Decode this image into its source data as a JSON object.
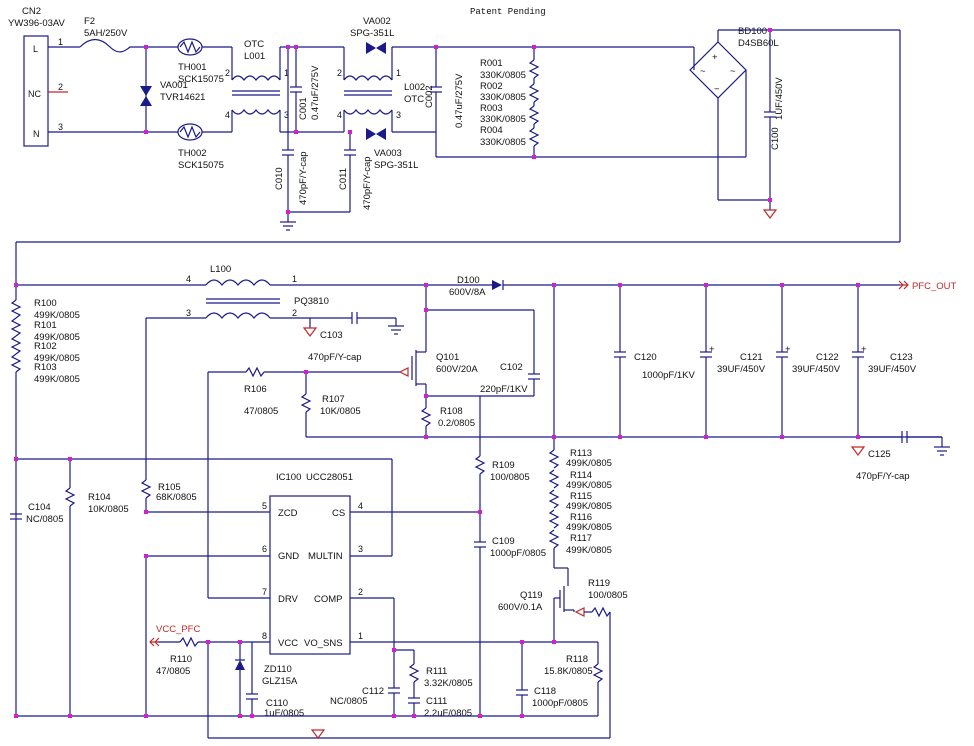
{
  "header": {
    "patent": "Patent Pending"
  },
  "connector": {
    "ref": "CN2",
    "part": "YW396-03AV",
    "pins": [
      "L",
      "NC",
      "N"
    ],
    "pin_nums": [
      "1",
      "2",
      "3"
    ]
  },
  "fuse": {
    "ref": "F2",
    "value": "5AH/250V"
  },
  "thermistors": [
    {
      "ref": "TH001",
      "value": "SCK15075"
    },
    {
      "ref": "TH002",
      "value": "SCK15075"
    }
  ],
  "varistors": [
    {
      "ref": "VA001",
      "value": "TVR14621"
    },
    {
      "ref": "VA002",
      "value": "SPG-351L"
    },
    {
      "ref": "VA003",
      "value": "SPG-351L"
    }
  ],
  "chokes": [
    {
      "ref": "L001",
      "type": "OTC"
    },
    {
      "ref": "L002",
      "type": "OTC"
    }
  ],
  "emi_caps": [
    {
      "ref": "C001",
      "value": "0.47uF/275V"
    },
    {
      "ref": "C002",
      "value": "0.47uF/275V"
    },
    {
      "ref": "C010",
      "value": "470pF/Y-cap"
    },
    {
      "ref": "C011",
      "value": "470pF/Y-cap"
    }
  ],
  "bleeders": [
    {
      "ref": "R001",
      "value": "330K/0805"
    },
    {
      "ref": "R002",
      "value": "330K/0805"
    },
    {
      "ref": "R003",
      "value": "330K/0805"
    },
    {
      "ref": "R004",
      "value": "330K/0805"
    }
  ],
  "bridge": {
    "ref": "BD100",
    "value": "D4SB60L"
  },
  "bulk_in": {
    "ref": "C100",
    "value": "1UF/450V"
  },
  "pfc_inductor": {
    "ref": "L100",
    "part": "PQ3810",
    "pins": [
      "4",
      "1",
      "3",
      "2"
    ]
  },
  "pfc_res_chain": [
    {
      "ref": "R100",
      "value": "499K/0805"
    },
    {
      "ref": "R101",
      "value": "499K/0805"
    },
    {
      "ref": "R102",
      "value": "499K/0805"
    },
    {
      "ref": "R103",
      "value": "499K/0805"
    }
  ],
  "c103": {
    "ref": "C103",
    "value": "470pF/Y-cap"
  },
  "diode": {
    "ref": "D100",
    "value": "600V/8A"
  },
  "mosfet": {
    "ref": "Q101",
    "value": "600V/20A"
  },
  "c102": {
    "ref": "C102",
    "value": "220pF/1KV"
  },
  "r106": {
    "ref": "R106",
    "value": "47/0805"
  },
  "r107": {
    "ref": "R107",
    "value": "10K/0805"
  },
  "r108": {
    "ref": "R108",
    "value": "0.2/0805"
  },
  "out_caps": [
    {
      "ref": "C120",
      "value": "1000pF/1KV"
    },
    {
      "ref": "C121",
      "value": "39UF/450V"
    },
    {
      "ref": "C122",
      "value": "39UF/450V"
    },
    {
      "ref": "C123",
      "value": "39UF/450V"
    }
  ],
  "c125": {
    "ref": "C125",
    "value": "470pF/Y-cap"
  },
  "pfc_out": "PFC_OUT",
  "ic": {
    "ref": "IC100",
    "part": "UCC28051",
    "left_pins": [
      {
        "num": "5",
        "name": "ZCD"
      },
      {
        "num": "6",
        "name": "GND"
      },
      {
        "num": "7",
        "name": "DRV"
      },
      {
        "num": "8",
        "name": "VCC"
      }
    ],
    "right_pins": [
      {
        "num": "4",
        "name": "CS"
      },
      {
        "num": "3",
        "name": "MULTIN"
      },
      {
        "num": "2",
        "name": "COMP"
      },
      {
        "num": "1",
        "name": "VO_SNS"
      }
    ]
  },
  "r105": {
    "ref": "R105",
    "value": "68K/0805"
  },
  "r104": {
    "ref": "R104",
    "value": "10K/0805"
  },
  "c104": {
    "ref": "C104",
    "value": "NC/0805"
  },
  "r109": {
    "ref": "R109",
    "value": "100/0805"
  },
  "c109": {
    "ref": "C109",
    "value": "1000pF/0805"
  },
  "fb_chain": [
    {
      "ref": "R113",
      "value": "499K/0805"
    },
    {
      "ref": "R114",
      "value": "499K/0805"
    },
    {
      "ref": "R115",
      "value": "499K/0805"
    },
    {
      "ref": "R116",
      "value": "499K/0805"
    },
    {
      "ref": "R117",
      "value": "499K/0805"
    }
  ],
  "q119": {
    "ref": "Q119",
    "value": "600V/0.1A"
  },
  "r119": {
    "ref": "R119",
    "value": "100/0805"
  },
  "r118": {
    "ref": "R118",
    "value": "15.8K/0805"
  },
  "c118": {
    "ref": "C118",
    "value": "1000pF/0805"
  },
  "r111": {
    "ref": "R111",
    "value": "3.32K/0805"
  },
  "c111": {
    "ref": "C111",
    "value": "2.2uF/0805"
  },
  "c112": {
    "ref": "C112",
    "value": "NC/0805"
  },
  "vcc_net": "VCC_PFC",
  "r110": {
    "ref": "R110",
    "value": "47/0805"
  },
  "zd110": {
    "ref": "ZD110",
    "value": "GLZ15A"
  },
  "c110": {
    "ref": "C110",
    "value": "1uF/0805"
  },
  "colors": {
    "wire": "#1a1a8a",
    "net_label": "#c0282a",
    "junction": "#d020d0"
  }
}
